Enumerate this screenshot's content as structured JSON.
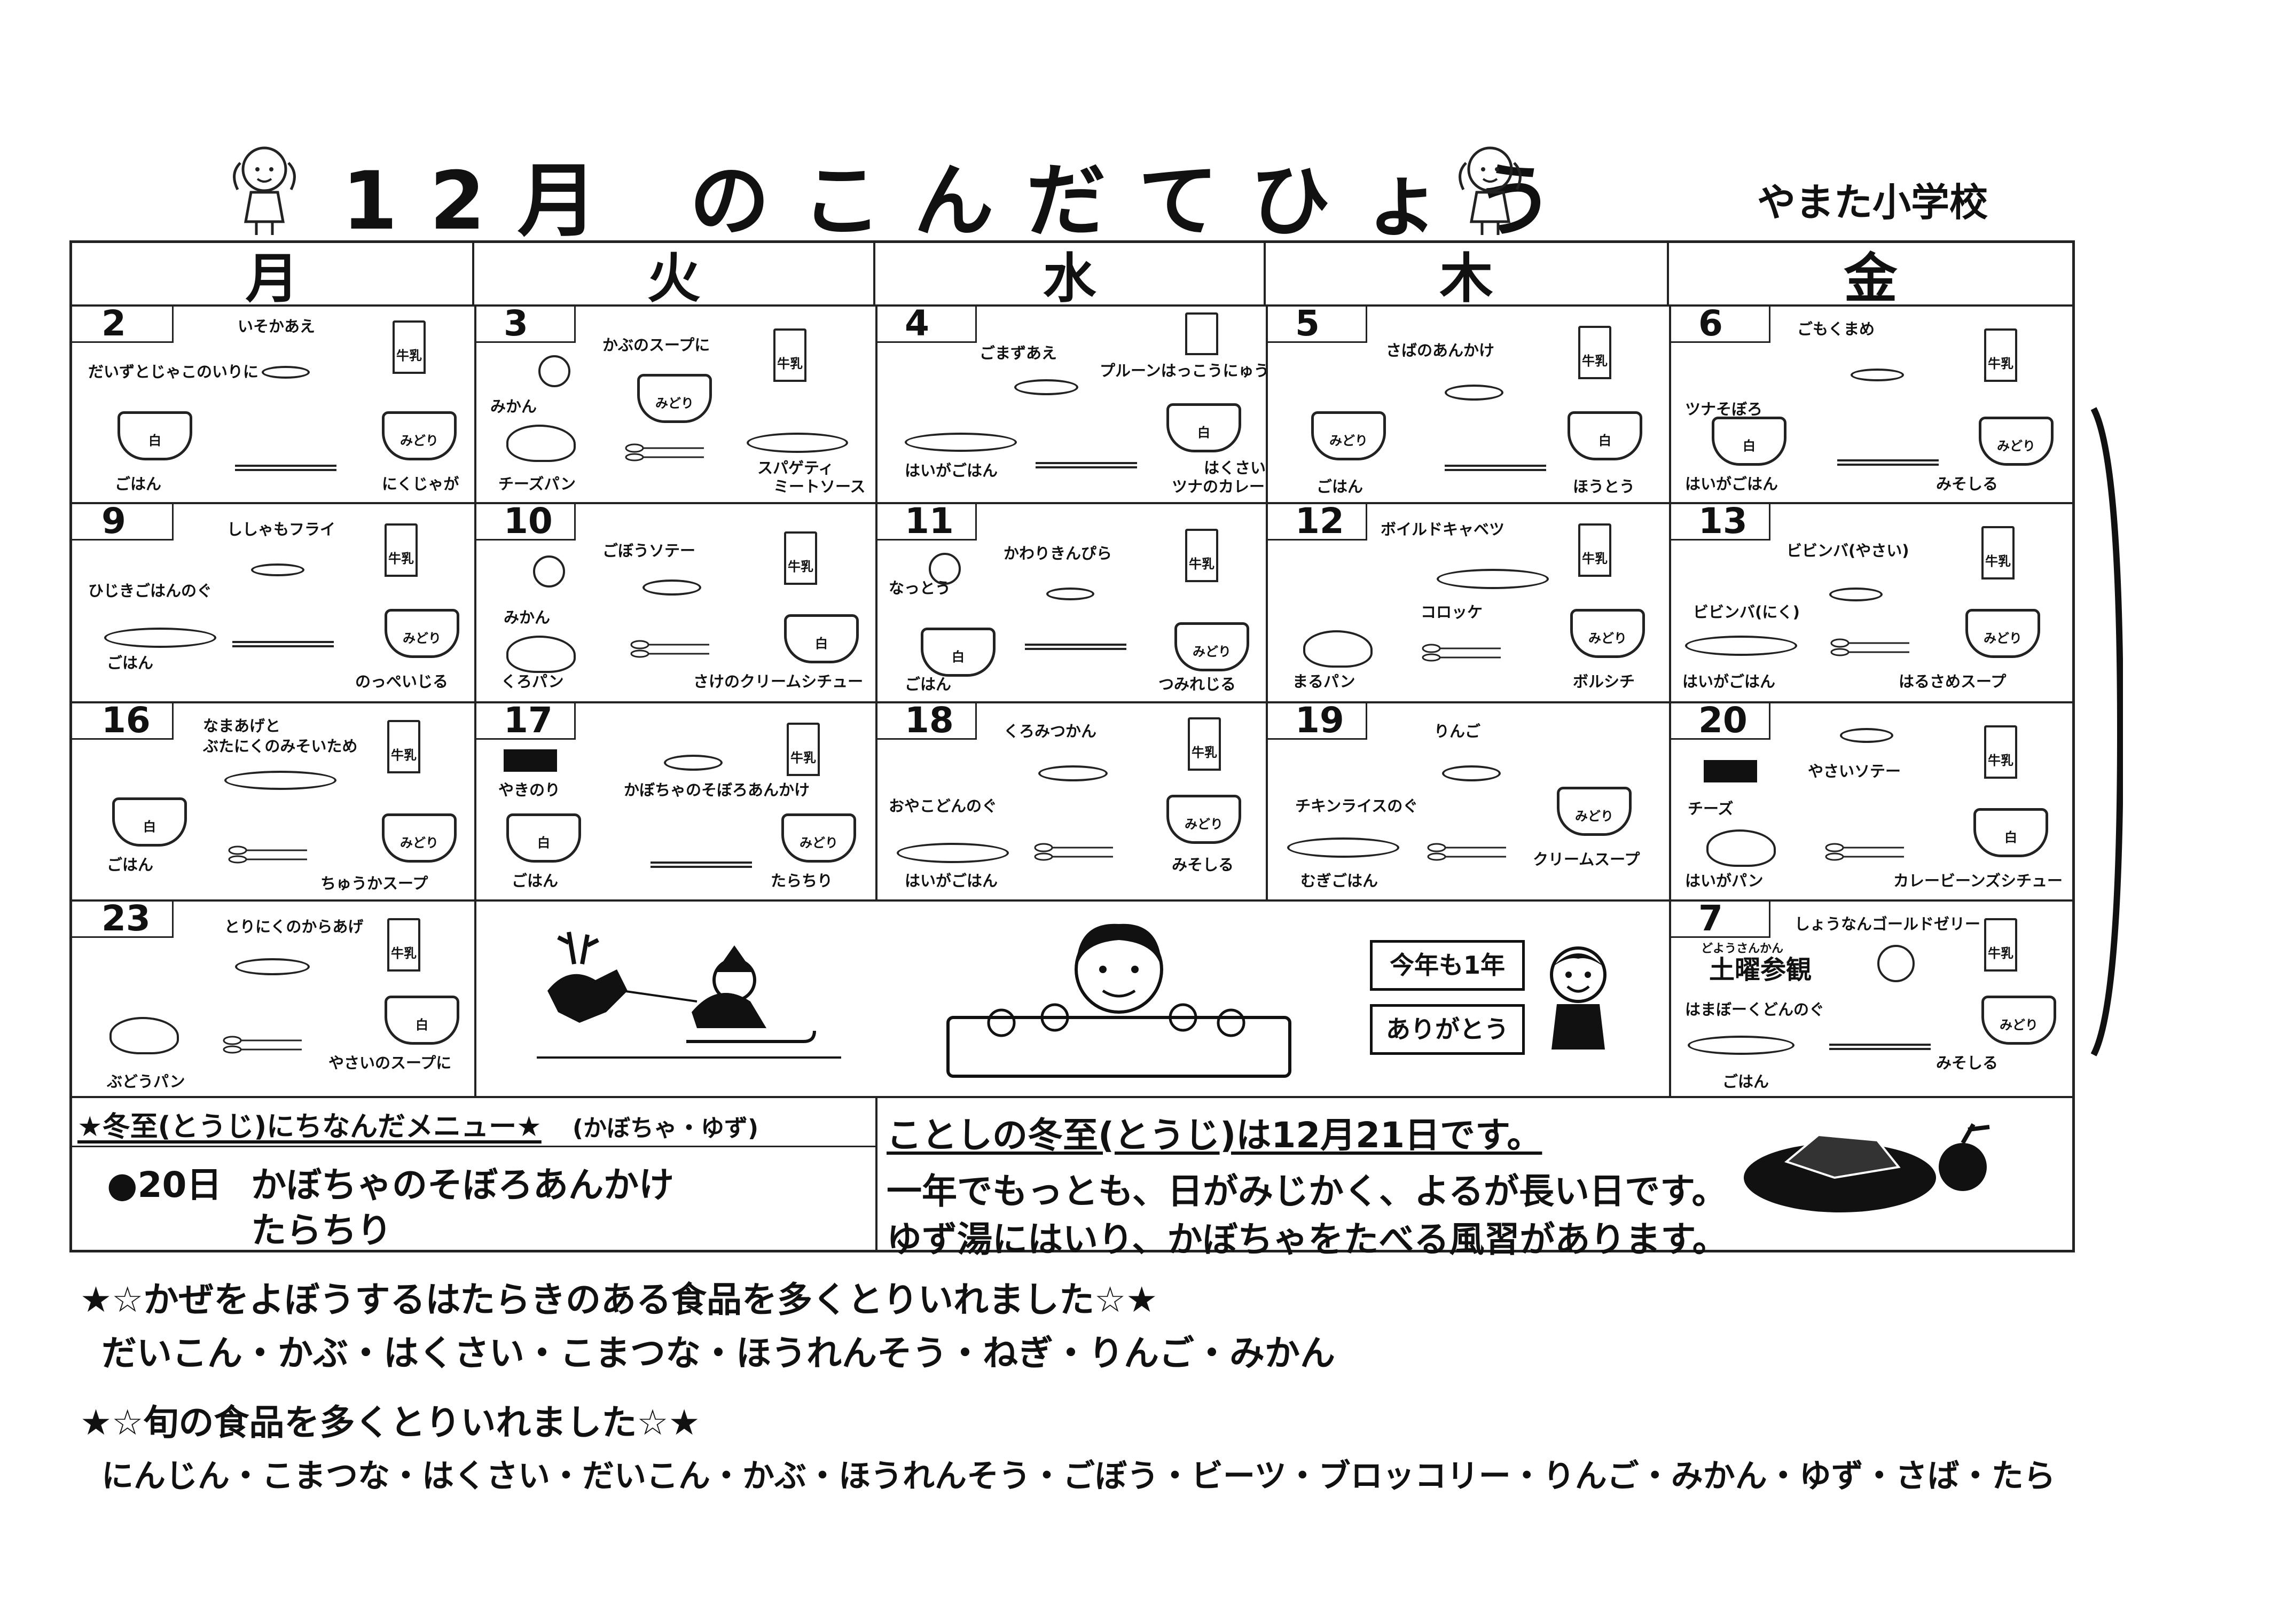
{
  "title": "12月 のこんだてひょう",
  "school": "やまた小学校",
  "weekdays": [
    "月",
    "火",
    "水",
    "木",
    "金"
  ],
  "milk_label": "牛乳",
  "bowl_white": "白",
  "bowl_green": "みどり",
  "days": {
    "d2": {
      "num": "2",
      "a": "いそかあえ",
      "b": "だいずとじゃこのいりに",
      "c": "ごはん",
      "d": "にくじゃが"
    },
    "d3": {
      "num": "3",
      "a": "かぶのスープに",
      "b": "みかん",
      "c": "チーズパン",
      "d": "スパゲティ",
      "e": "ミートソース"
    },
    "d4": {
      "num": "4",
      "a": "ごまずあえ",
      "b": "プルーンはっこうにゅう",
      "c": "はいがごはん",
      "d": "はくさいと",
      "e": "ツナのカレー"
    },
    "d5": {
      "num": "5",
      "a": "さばのあんかけ",
      "c": "ごはん",
      "d": "ほうとう"
    },
    "d6": {
      "num": "6",
      "a": "ごもくまめ",
      "b": "ツナそぼろ",
      "c": "はいがごはん",
      "d": "みそしる"
    },
    "d9": {
      "num": "9",
      "a": "ししゃもフライ",
      "b": "ひじきごはんのぐ",
      "c": "ごはん",
      "d": "のっぺいじる"
    },
    "d10": {
      "num": "10",
      "a": "ごぼうソテー",
      "b": "みかん",
      "c": "くろパン",
      "d": "さけのクリームシチュー"
    },
    "d11": {
      "num": "11",
      "a": "かわりきんぴら",
      "b": "なっとう",
      "c": "ごはん",
      "d": "つみれじる"
    },
    "d12": {
      "num": "12",
      "a": "ボイルドキャベツ",
      "b": "コロッケ",
      "c": "まるパン",
      "d": "ボルシチ"
    },
    "d13": {
      "num": "13",
      "a": "ビビンバ(やさい)",
      "b": "ビビンバ(にく)",
      "c": "はいがごはん",
      "d": "はるさめスープ"
    },
    "d16": {
      "num": "16",
      "a": "なまあげと",
      "a2": "ぶたにくのみそいため",
      "c": "ごはん",
      "d": "ちゅうかスープ"
    },
    "d17": {
      "num": "17",
      "a": "かぼちゃのそぼろあんかけ",
      "b": "やきのり",
      "c": "ごはん",
      "d": "たらちり"
    },
    "d18": {
      "num": "18",
      "a": "くろみつかん",
      "b": "おやこどんのぐ",
      "c": "はいがごはん",
      "d": "みそしる"
    },
    "d19": {
      "num": "19",
      "a": "りんご",
      "b": "チキンライスのぐ",
      "c": "むぎごはん",
      "d": "クリームスープ"
    },
    "d20": {
      "num": "20",
      "a": "やさいソテー",
      "b": "チーズ",
      "c": "はいがパン",
      "d": "カレービーンズシチュー"
    },
    "d23": {
      "num": "23",
      "a": "とりにくのからあげ",
      "c": "ぶどうパン",
      "d": "やさいのスープに"
    },
    "d7": {
      "num": "7",
      "a": "しょうなんゴールドゼリー",
      "sat": "土曜参観",
      "ruby": "どようさんかん",
      "b": "はまぼーくどんのぐ",
      "c": "ごはん",
      "d": "みそしる"
    }
  },
  "greeting": {
    "line1": "今年も1年",
    "line2": "ありがとう"
  },
  "toji_menu": {
    "heading": "★冬至(とうじ)にちなんだメニュー★",
    "sub": "(かぼちゃ・ゆず)",
    "item_day": "●20日",
    "item1": "かぼちゃのそぼろあんかけ",
    "item2": "たらちり"
  },
  "toji_info": {
    "heading": "ことしの冬至(とうじ)は12月21日です。",
    "line1": "一年でもっとも、日がみじかく、よるが長い日です。",
    "line2": "ゆず湯にはいり、かぼちゃをたべる風習があります。"
  },
  "notes": {
    "cold_heading": "★☆かぜをよぼうするはたらきのある食品を多くとりいれました☆★",
    "cold_items": "だいこん・かぶ・はくさい・こまつな・ほうれんそう・ねぎ・りんご・みかん",
    "season_heading": "★☆旬の食品を多くとりいれました☆★",
    "season_items": "にんじん・こまつな・はくさい・だいこん・かぶ・ほうれんそう・ごぼう・ビーツ・ブロッコリー・りんご・みかん・ゆず・さば・たら"
  }
}
